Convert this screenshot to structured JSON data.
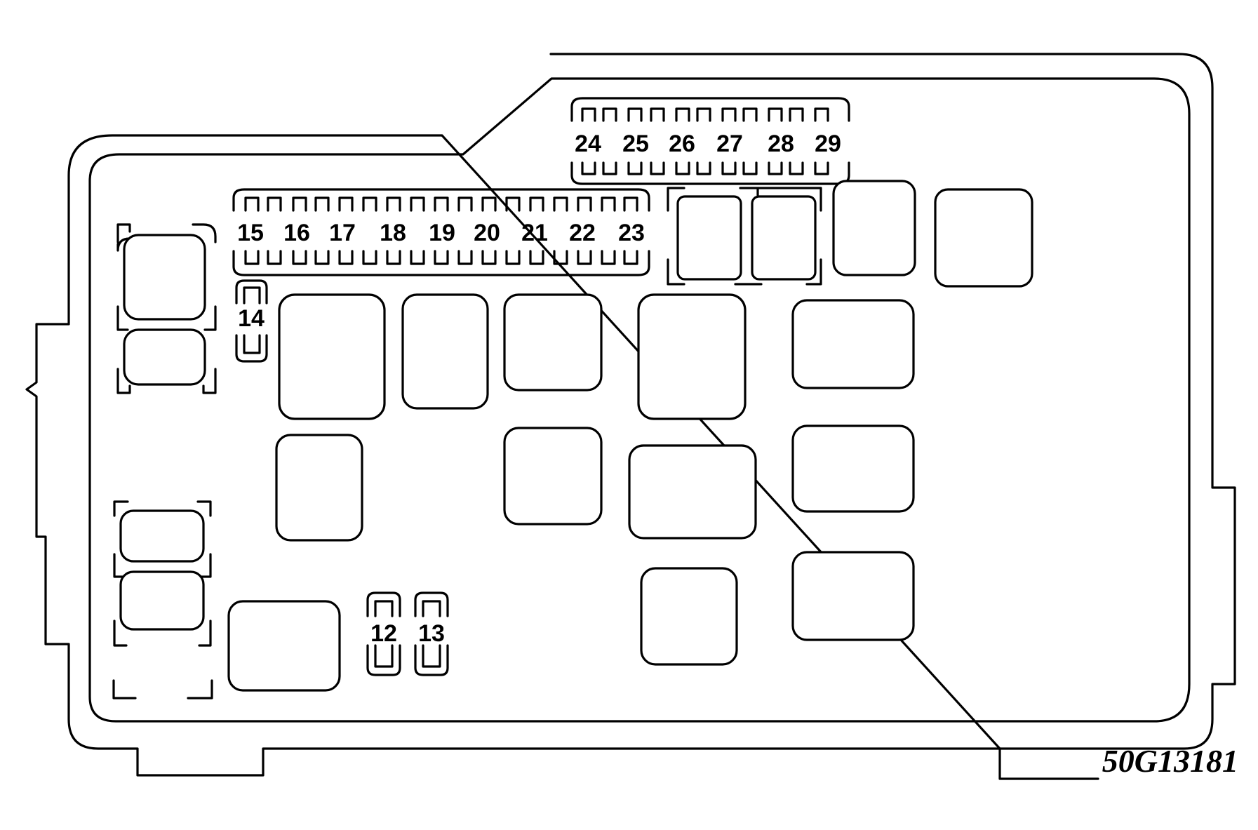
{
  "fuse_labels": {
    "f12": "12",
    "f13": "13",
    "f14": "14",
    "f15": "15",
    "f16": "16",
    "f17": "17",
    "f18": "18",
    "f19": "19",
    "f20": "20",
    "f21": "21",
    "f22": "22",
    "f23": "23",
    "f24": "24",
    "f25": "25",
    "f26": "26",
    "f27": "27",
    "f28": "28",
    "f29": "29"
  },
  "diagram_code": "50G13181"
}
